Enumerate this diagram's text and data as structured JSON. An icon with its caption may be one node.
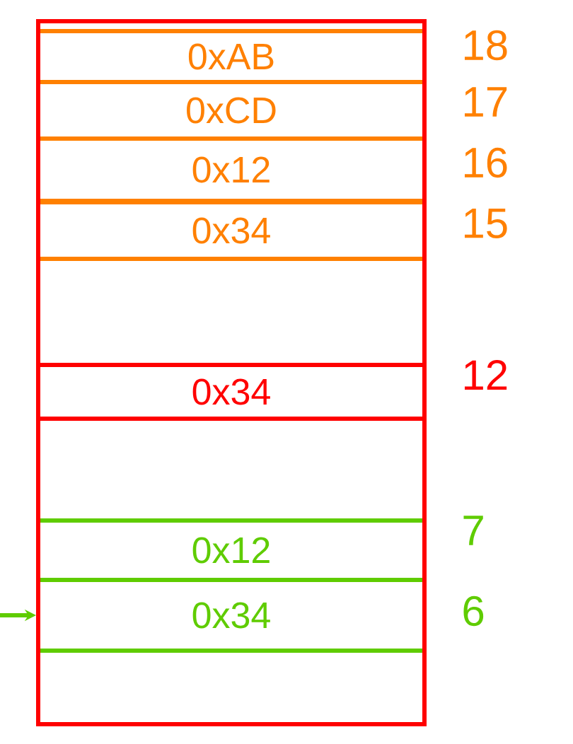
{
  "diagram": {
    "nodes": [
      {
        "text": [],
        "shape": "box"
      },
      {
        "text": [
          "0xAB"
        ],
        "in": 0
      },
      {
        "text": [
          "0xCD"
        ],
        "in": 0
      },
      {
        "text": [
          "0x12"
        ],
        "in": 0
      },
      {
        "text": [
          "0x34"
        ],
        "in": 0
      },
      {
        "text": [
          "0x34"
        ],
        "in": 0
      },
      {
        "text": [
          "0x12"
        ],
        "in": 0
      },
      {
        "text": [
          "0x34"
        ],
        "in": 0
      }
    ],
    "edges": [
      {
        "from": null,
        "to": 7,
        "arrow": "to"
      }
    ],
    "labels": [
      "18",
      "17",
      "16",
      "15",
      "12",
      "7",
      "6"
    ]
  }
}
